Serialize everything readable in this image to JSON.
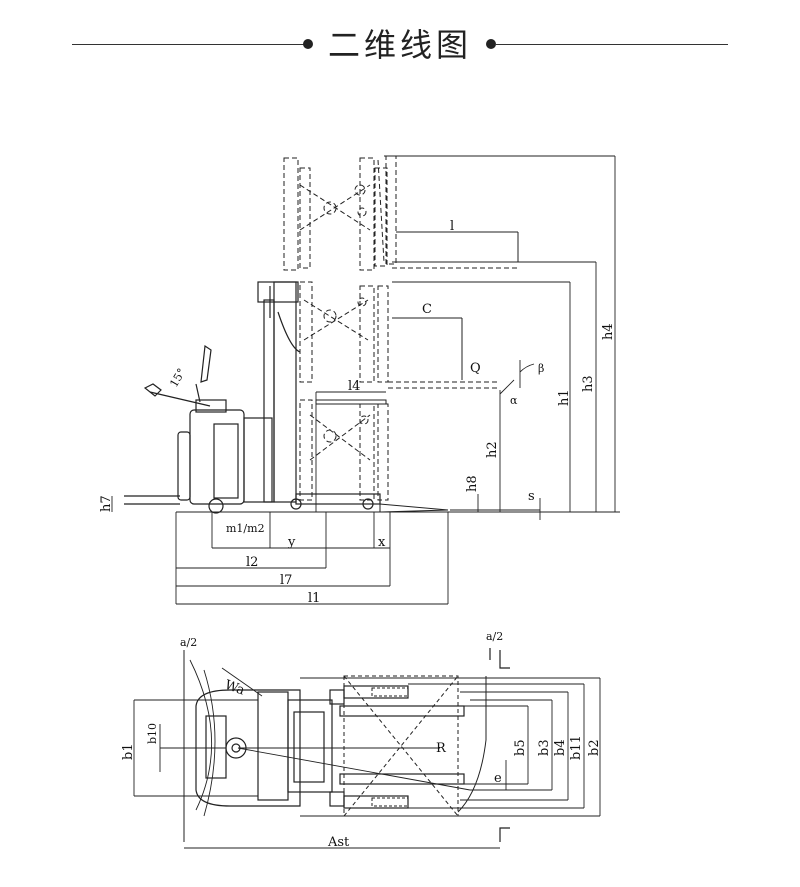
{
  "header": {
    "title": "二维线图"
  },
  "side_view": {
    "dims": {
      "l": "l",
      "c": "C",
      "q": "Q",
      "alpha": "α",
      "beta": "β",
      "h1": "h1",
      "h2": "h2",
      "h3": "h3",
      "h4": "h4",
      "h7": "h7",
      "h8": "h8",
      "s": "s",
      "l4": "l4",
      "m": "m1/m2",
      "y": "y",
      "x": "x",
      "l2": "l2",
      "l7": "l7",
      "l1": "l1",
      "angle": "15°"
    }
  },
  "top_view": {
    "dims": {
      "a2_left": "a/2",
      "a2_right": "a/2",
      "wa": "Wa",
      "b1": "b1",
      "b10": "b10",
      "r": "R",
      "e": "e",
      "b5": "b5",
      "b3": "b3",
      "b4": "b4",
      "b11": "b11",
      "b2": "b2",
      "ast": "Ast"
    }
  }
}
